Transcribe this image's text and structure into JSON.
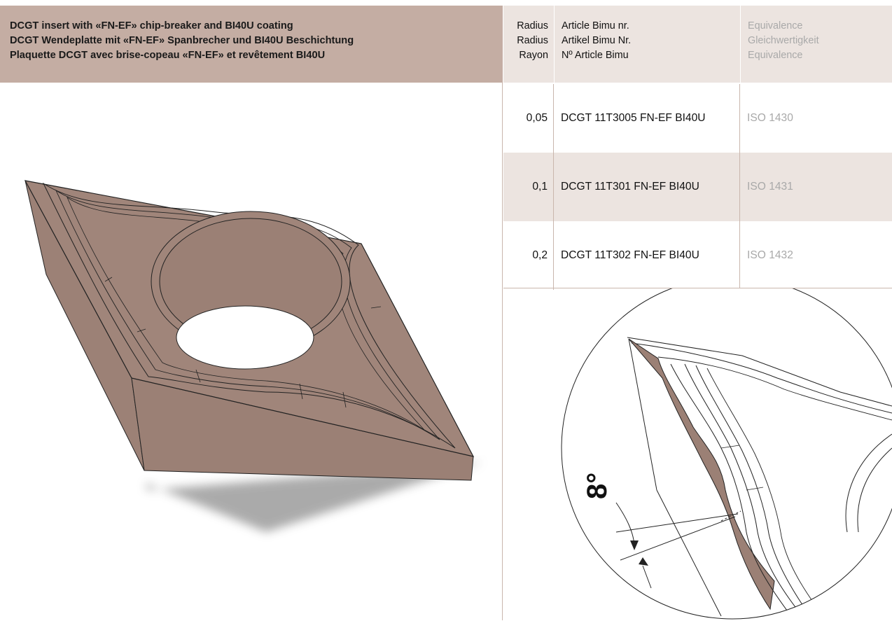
{
  "header": {
    "title_lines": [
      "DCGT insert with «FN-EF» chip-breaker and BI40U coating",
      "DCGT Wendeplatte mit «FN-EF» Spanbrecher und BI40U Beschichtung",
      "Plaquette DCGT avec brise-copeau «FN-EF» et revêtement BI40U"
    ],
    "radius_lines": [
      "Radius",
      "Radius",
      "Rayon"
    ],
    "article_lines": [
      "Article Bimu nr.",
      "Artikel Bimu Nr.",
      "Nº Article Bimu"
    ],
    "equivalence_lines": [
      "Equivalence",
      "Gleichwertigkeit",
      "Equivalence"
    ]
  },
  "rows": [
    {
      "radius": "0,05",
      "article": "DCGT 11T3005 FN-EF BI40U",
      "equivalence": "ISO 1430"
    },
    {
      "radius": "0,1",
      "article": "DCGT 11T301 FN-EF BI40U",
      "equivalence": "ISO 1431"
    },
    {
      "radius": "0,2",
      "article": "DCGT 11T302 FN-EF BI40U",
      "equivalence": "ISO 1432"
    }
  ],
  "detail": {
    "angle_label": "8°"
  },
  "colors": {
    "header_title_bg": "#c4ada3",
    "header_cell_bg": "#ece4e0",
    "insert_top": "#a0857a",
    "insert_side": "#9c8176",
    "equivalence_text": "#a9a9a9"
  }
}
